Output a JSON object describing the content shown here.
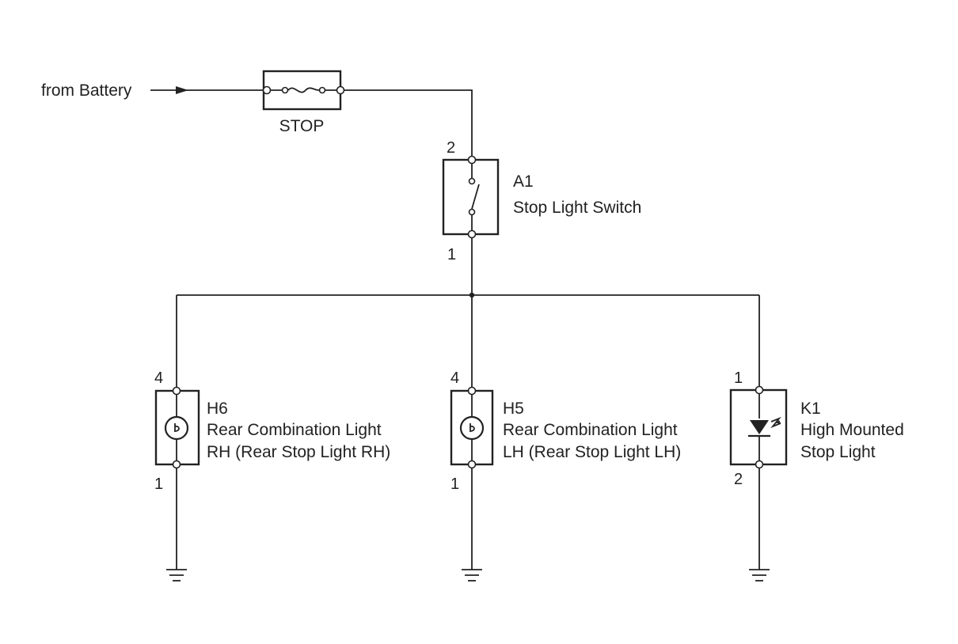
{
  "source_label": "from Battery",
  "fuse": {
    "name": "STOP"
  },
  "switch": {
    "code": "A1",
    "name": "Stop Light Switch",
    "pin_top": "2",
    "pin_bottom": "1"
  },
  "loads": [
    {
      "code": "H6",
      "line1": "Rear Combination Light",
      "line2": "RH (Rear Stop Light RH)",
      "pin_top": "4",
      "pin_bottom": "1",
      "type": "bulb"
    },
    {
      "code": "H5",
      "line1": "Rear Combination Light",
      "line2": "LH (Rear Stop Light LH)",
      "pin_top": "4",
      "pin_bottom": "1",
      "type": "bulb"
    },
    {
      "code": "K1",
      "line1": "High Mounted",
      "line2": "Stop Light",
      "pin_top": "1",
      "pin_bottom": "2",
      "type": "led"
    }
  ]
}
